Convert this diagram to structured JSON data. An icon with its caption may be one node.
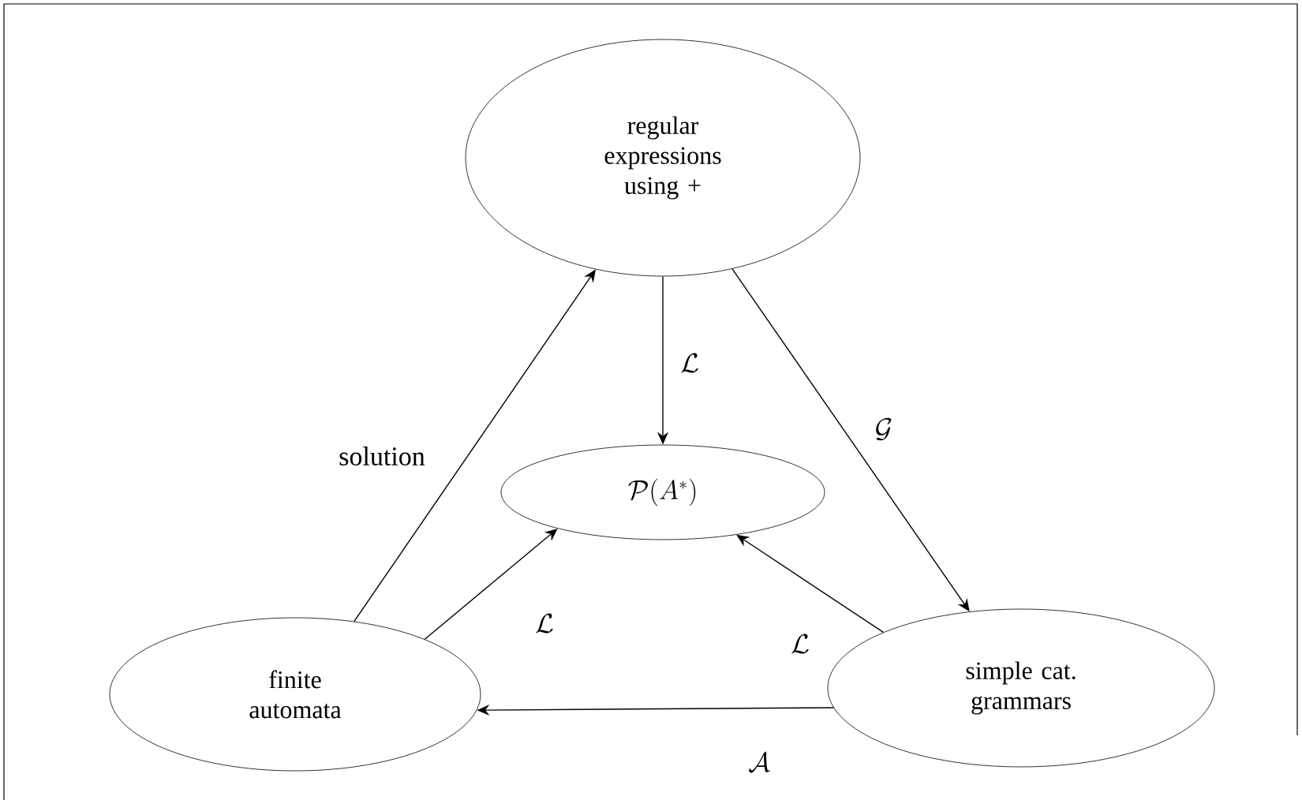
{
  "diagram": {
    "nodes": [
      {
        "text": [
          "regular expressions using +"
        ]
      },
      {
        "text": [
          "\\mathcal{P}(A^*)"
        ]
      },
      {
        "text": [
          "finite automata"
        ]
      },
      {
        "text": [
          "simple cat. grammars"
        ]
      }
    ],
    "edges": [
      {
        "from": 0,
        "to": 1,
        "arrow": "to",
        "label": "\\mathcal{L}"
      },
      {
        "from": 0,
        "to": 3,
        "arrow": "to",
        "label": "\\mathcal{G}"
      },
      {
        "from": 2,
        "to": 0,
        "arrow": "to",
        "label": "solution"
      },
      {
        "from": 2,
        "to": 1,
        "arrow": "to",
        "label": "\\mathcal{L}"
      },
      {
        "from": 3,
        "to": 1,
        "arrow": "to",
        "label": "\\mathcal{L}"
      },
      {
        "from": 3,
        "to": 2,
        "arrow": "to",
        "label": "\\mathcal{A}"
      }
    ]
  }
}
